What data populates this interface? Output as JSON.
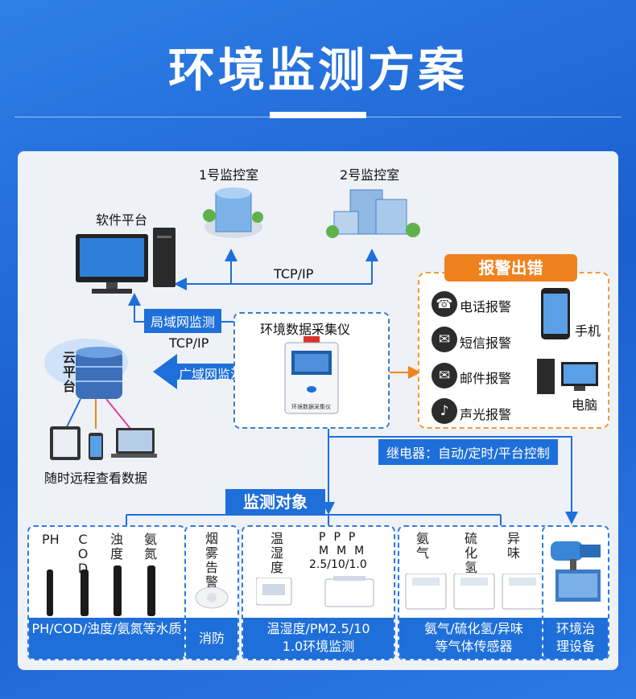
{
  "header": {
    "title": "环境监测方案"
  },
  "monitor_rooms": {
    "room1": "1号监控室",
    "room2": "2号监控室"
  },
  "software": {
    "label": "软件平台"
  },
  "links": {
    "tcp_top": "TCP/IP",
    "tcp_mid": "TCP/IP",
    "lan": "局域网监测",
    "wan": "广域网监测"
  },
  "cloud": {
    "label": "云平台",
    "remote": "随时远程查看数据"
  },
  "collector": {
    "label": "环境数据采集仪",
    "device_text": "环境数据采集仪"
  },
  "alarm": {
    "title": "报警出错",
    "items": [
      "电话报警",
      "短信报警",
      "邮件报警",
      "声光报警"
    ],
    "phone_label": "手机",
    "pc_label": "电脑"
  },
  "relay": {
    "label": "继电器：自动/定时/平台控制"
  },
  "monitor_objects": {
    "title": "监测对象"
  },
  "categories": {
    "water": {
      "params": [
        "PH",
        "COD",
        "浊度",
        "氨氮"
      ],
      "footer": "PH/COD/浊度/氨氮等水质"
    },
    "fire": {
      "param": "烟雾告警",
      "footer": "消防"
    },
    "env": {
      "params": [
        "温湿度",
        "PM2.5/10/1.0"
      ],
      "pm_top": [
        "P",
        "P",
        "P"
      ],
      "pm_mid": [
        "M",
        "M",
        "M"
      ],
      "pm_bottom": "2.5/10/1.0",
      "footer_line1": "温湿度/PM2.5/10",
      "footer_line2": "1.0环境监测"
    },
    "gas": {
      "params": [
        "氨气",
        "硫化氢",
        "异味"
      ],
      "footer_line1": "氨气/硫化氢/异味",
      "footer_line2": "等气体传感器"
    },
    "treatment": {
      "footer_line1": "环境治",
      "footer_line2": "理设备"
    }
  },
  "colors": {
    "accent": "#1e6fd9",
    "alarm": "#f0821e",
    "panel": "#eef1f6"
  }
}
